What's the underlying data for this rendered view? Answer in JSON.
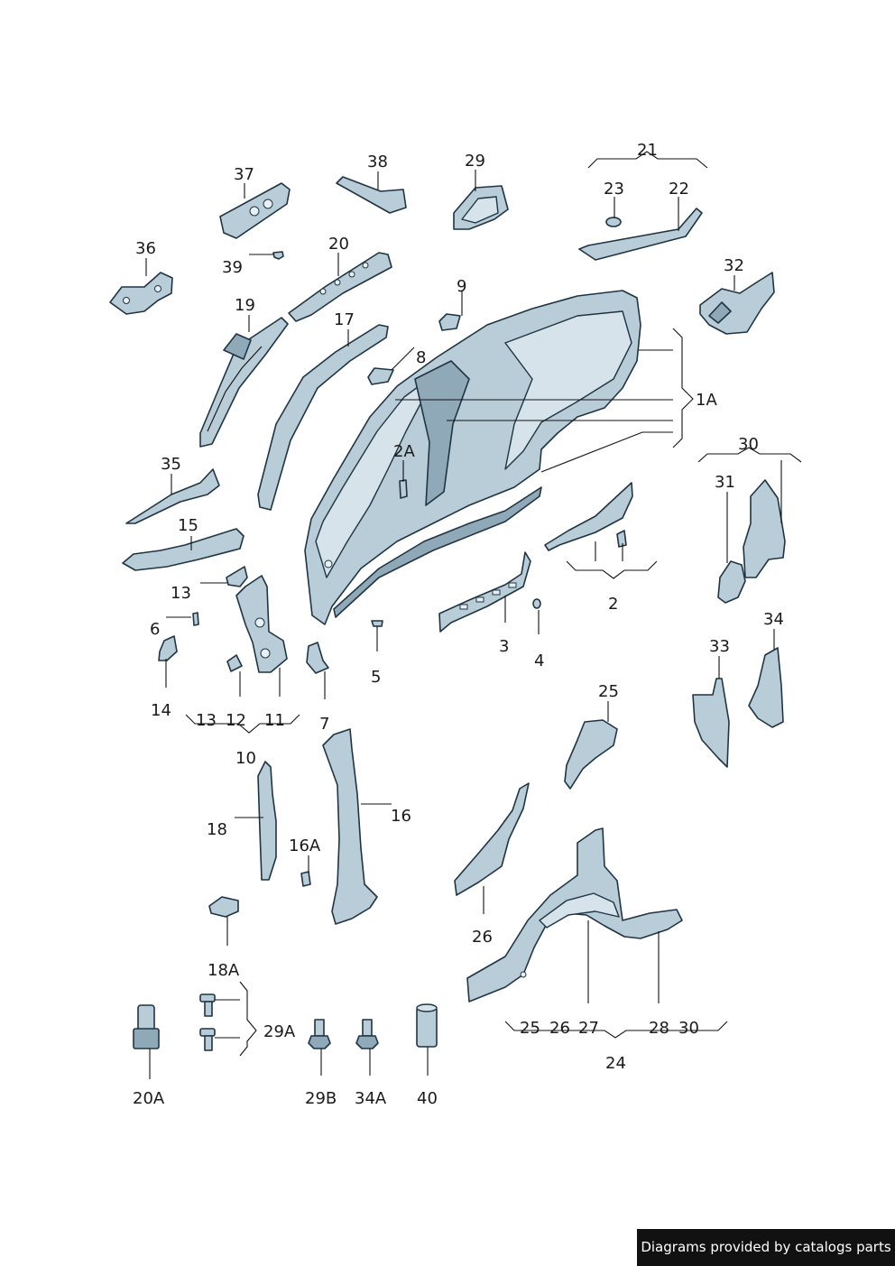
{
  "labels": {
    "l21": "21",
    "l23": "23",
    "l22": "22",
    "l37": "37",
    "l38": "38",
    "l29": "29",
    "l36": "36",
    "l39": "39",
    "l20": "20",
    "l19": "19",
    "l17": "17",
    "l9": "9",
    "l32": "32",
    "l8": "8",
    "l1a": "1A",
    "l30": "30",
    "l31": "31",
    "l2a": "2A",
    "l35": "35",
    "l15": "15",
    "l2": "2",
    "l13": "13",
    "l6": "6",
    "l3": "3",
    "l4": "4",
    "l5": "5",
    "l14": "14",
    "l7": "7",
    "l13b": "13",
    "l12": "12",
    "l11": "11",
    "l34": "34",
    "l33": "33",
    "l25": "25",
    "l10": "10",
    "l18": "18",
    "l16": "16",
    "l16a": "16A",
    "l26": "26",
    "l18a": "18A",
    "l29a": "29A",
    "l20a": "20A",
    "l29b": "29B",
    "l34a": "34A",
    "l40": "40",
    "l25b": "25",
    "l26b": "26",
    "l27": "27",
    "l28": "28",
    "l30b": "30",
    "l24": "24"
  },
  "credit": "Diagrams provided by catalogs parts",
  "colors": {
    "part_fill": "#b9cdd9",
    "part_outline": "#1f3442",
    "credit_bg": "#111111"
  }
}
